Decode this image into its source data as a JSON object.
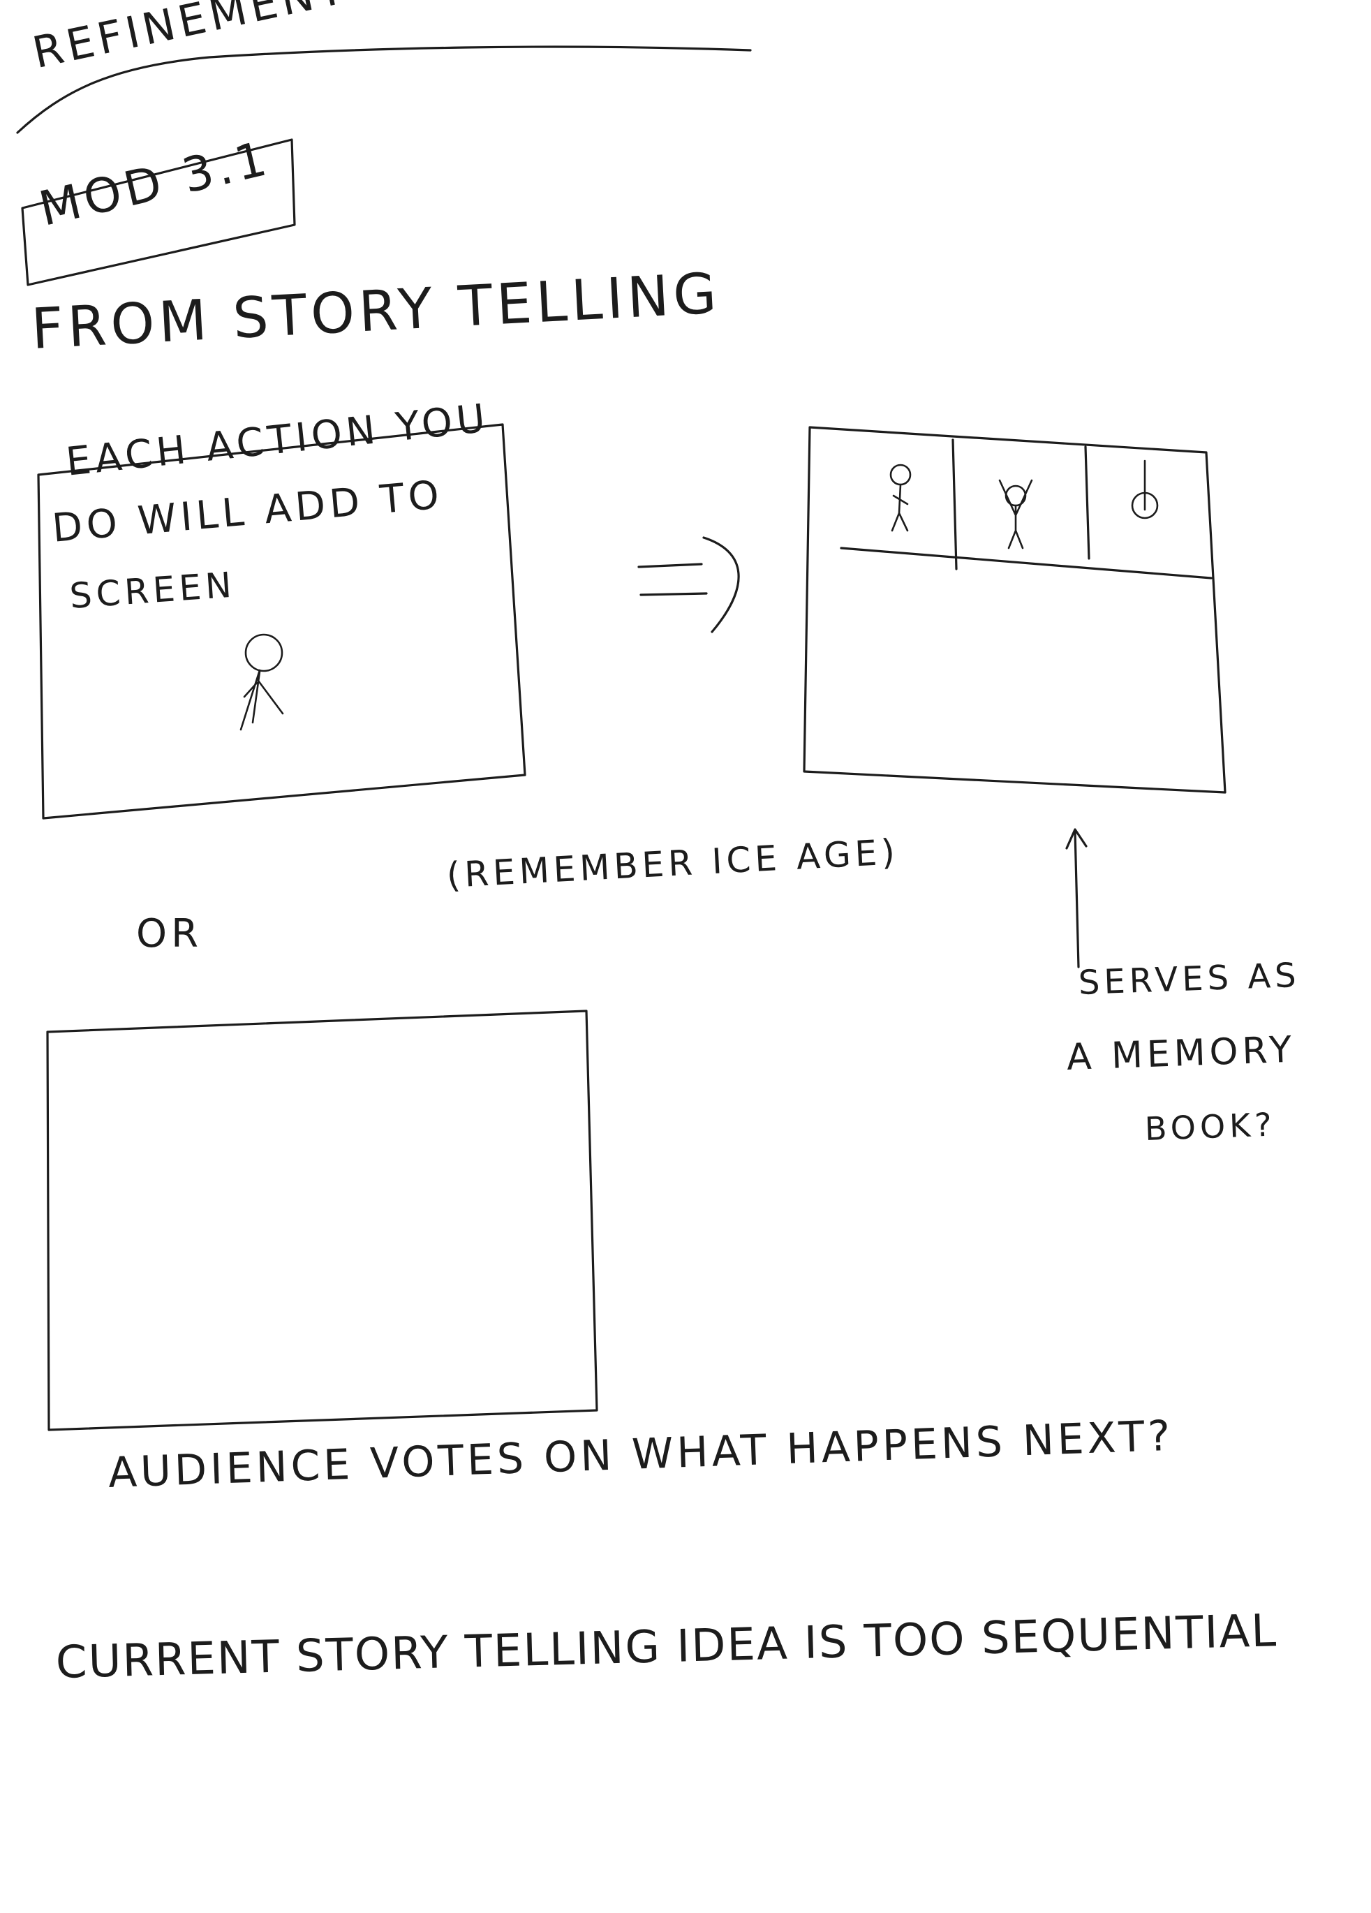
{
  "page": {
    "title": "REFINEMENT SKETCHES",
    "module": "MOD  3.1",
    "subtitle": "FROM  STORY TELLING"
  },
  "sketches": {
    "frame1_text": [
      "EACH  ACTION  YOU",
      "DO   WILL ADD TO",
      "SCREEN"
    ],
    "remember_note": "(REMEMBER  ICE AGE)",
    "or_label": "OR",
    "memory_note": [
      "SERVES AS",
      "A MEMORY",
      "BOOK?"
    ]
  },
  "notes": {
    "audience": "AUDIENCE  VOTES   ON    WHAT   HAPPENS  NEXT?",
    "current": "CURRENT STORY TELLING  IDEA   IS  TOO  SEQUENTIAL"
  }
}
